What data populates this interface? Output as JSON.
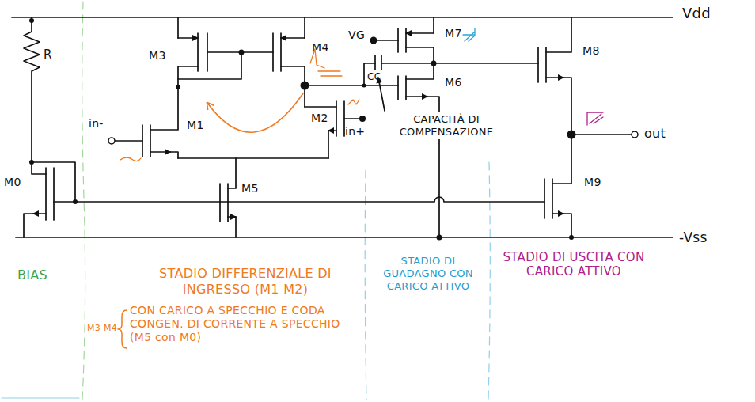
{
  "diagram": {
    "labels": [
      "Vdd",
      "R",
      "M3",
      "M4",
      "VG",
      "M7",
      "CC",
      "M6",
      "M8",
      "in-",
      "M1",
      "M2",
      "in+",
      "CAPACITÀ DI COMPENSAZIONE",
      "out",
      "M9",
      "M0",
      "M5",
      "-Vss",
      "BIAS",
      "STADIO DIFFERENZIALE DI INGRESSO (M1 M2)",
      "M3 M4",
      "CON CARICO A SPECCHIO E CODA CONGEN. DI CORRENTE A SPECCHIO (M5 con M0)",
      "STADIO DI GUADAGNO CON CARICO ATTIVO",
      "STADIO DI USCITA CON CARICO ATTIVO"
    ]
  }
}
